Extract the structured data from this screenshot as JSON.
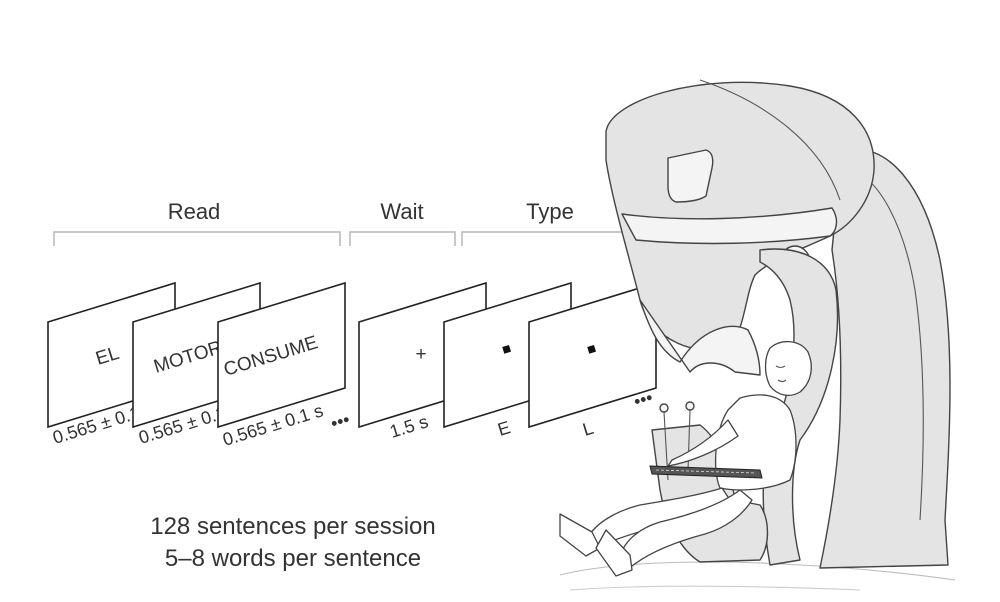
{
  "phases": {
    "read": "Read",
    "wait": "Wait",
    "type": "Type"
  },
  "read_screens": [
    {
      "word": "EL",
      "duration": "0.565 ± 0.1 s"
    },
    {
      "word": "MOTOR",
      "duration": "0.565 ± 0.1 s"
    },
    {
      "word": "CONSUME",
      "duration": "0.565 ± 0.1 s"
    }
  ],
  "wait_screen": {
    "symbol": "+",
    "duration": "1.5 s"
  },
  "type_screens": [
    {
      "key": "E"
    },
    {
      "key": "L"
    }
  ],
  "ellipsis": "•••",
  "footer": {
    "line1": "128 sentences per session",
    "line2": "5–8 words per sentence"
  },
  "colors": {
    "text": "#333333",
    "bracket": "#b5b5b5",
    "scanner_shell": "#e4e4e4"
  }
}
